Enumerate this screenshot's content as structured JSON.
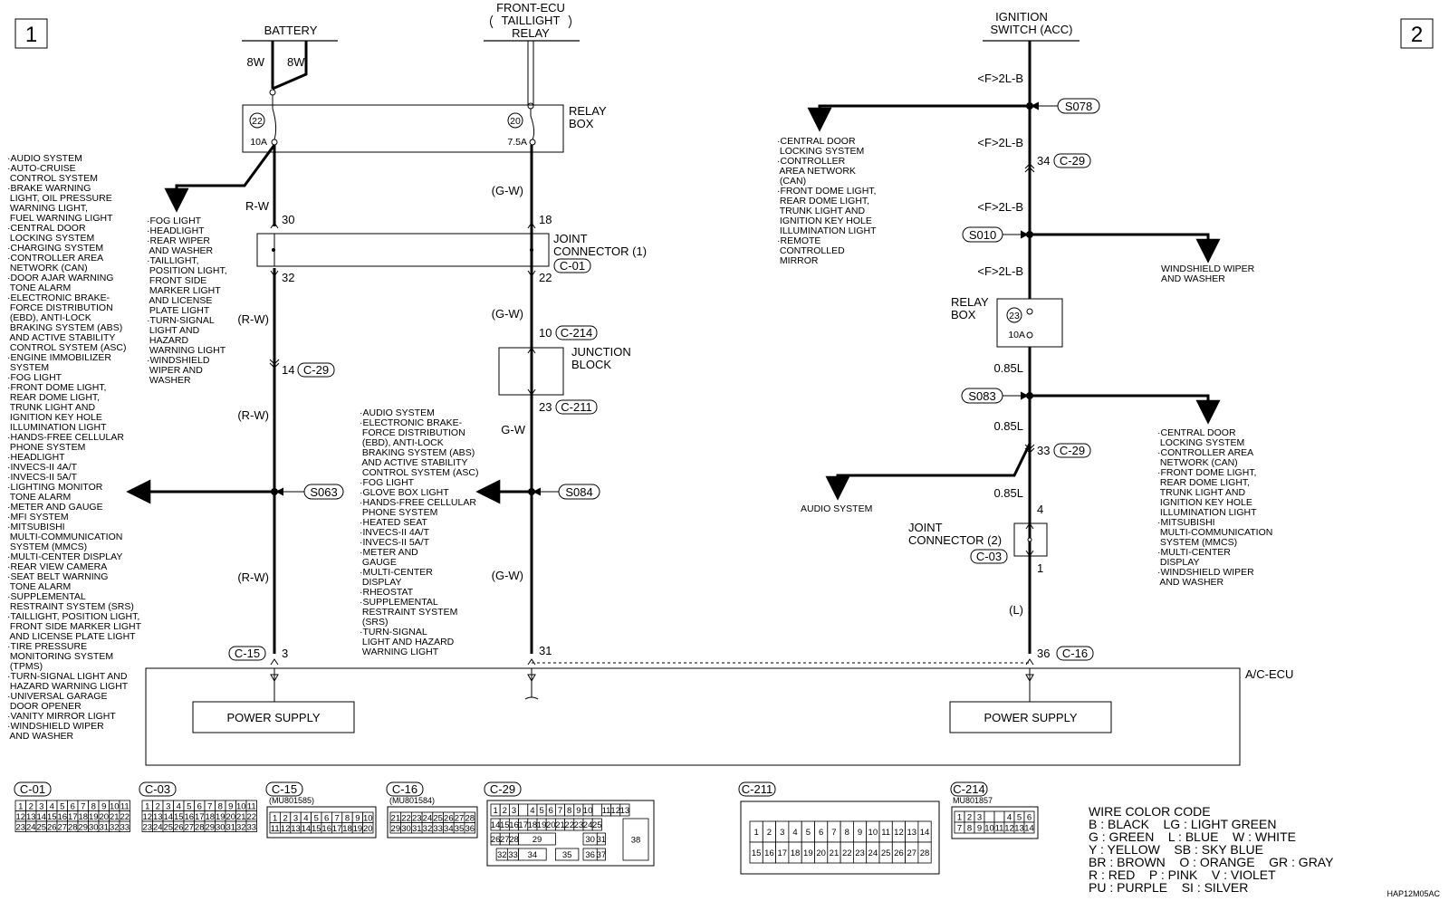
{
  "page": {
    "numbers": [
      "1",
      "2"
    ],
    "drawing_id": "HAP12M05AC"
  },
  "sources": {
    "battery": "BATTERY",
    "battery_wires": [
      "8W",
      "8W"
    ],
    "taillight_relay": [
      "FRONT-ECU",
      "TAILLIGHT",
      "RELAY"
    ],
    "ignition": [
      "IGNITION",
      "SWITCH (ACC)"
    ]
  },
  "relay_box_left": {
    "label": [
      "RELAY",
      "BOX"
    ],
    "fuse_a": {
      "num": "22",
      "rating": "10A"
    },
    "fuse_b": {
      "num": "20",
      "rating": "7.5A"
    }
  },
  "relay_box_right": {
    "label": [
      "RELAY",
      "BOX"
    ],
    "fuse": {
      "num": "23",
      "rating": "10A"
    }
  },
  "joint_connector_1": {
    "label": [
      "JOINT",
      "CONNECTOR (1)"
    ],
    "connector": "C-01"
  },
  "joint_connector_2": {
    "label": [
      "JOINT",
      "CONNECTOR (2)"
    ],
    "connector": "C-03"
  },
  "junction_block": {
    "label": [
      "JUNCTION",
      "BLOCK"
    ]
  },
  "ecu": {
    "label": "A/C-ECU",
    "power_left": "POWER SUPPLY",
    "power_right": "POWER SUPPLY"
  },
  "wire_labels": {
    "rw": "R-W",
    "rw_paren": "(R-W)",
    "gw": "G-W",
    "gw_paren": "(G-W)",
    "f2lb": "<F>2L-B",
    "l085": "0.85L",
    "l_paren": "(L)"
  },
  "pins": {
    "p30": "30",
    "p32": "32",
    "p14": "14",
    "p3": "3",
    "p18": "18",
    "p22": "22",
    "p10": "10",
    "p23": "23",
    "p31": "31",
    "p34": "34",
    "p33": "33",
    "p4": "4",
    "p1": "1",
    "p36": "36"
  },
  "connectors": {
    "c29": "C-29",
    "c15": "C-15",
    "c16": "C-16",
    "c214": "C-214",
    "c211": "C-211",
    "c01": "C-01",
    "c03": "C-03"
  },
  "splices": {
    "s063": "S063",
    "s084": "S084",
    "s078": "S078",
    "s010": "S010",
    "s083": "S083"
  },
  "systems": {
    "left_list": [
      "·AUDIO SYSTEM",
      "·AUTO-CRUISE",
      "  CONTROL SYSTEM",
      "·BRAKE WARNING",
      "  LIGHT, OIL PRESSURE",
      "  WARNING LIGHT,",
      "  FUEL WARNING LIGHT",
      "·CENTRAL DOOR",
      "  LOCKING SYSTEM",
      "·CHARGING SYSTEM",
      "·CONTROLLER AREA",
      "  NETWORK (CAN)",
      "·DOOR AJAR WARNING",
      "  TONE ALARM",
      "·ELECTRONIC BRAKE-",
      "  FORCE DISTRIBUTION",
      "  (EBD), ANTI-LOCK",
      "  BRAKING SYSTEM (ABS)",
      "  AND ACTIVE STABILITY",
      "  CONTROL SYSTEM (ASC)",
      "·ENGINE IMMOBILIZER",
      "  SYSTEM",
      "·FOG LIGHT",
      "·FRONT DOME LIGHT,",
      "  REAR DOME LIGHT,",
      "  TRUNK LIGHT AND",
      "  IGNITION KEY HOLE",
      "  ILLUMINATION LIGHT",
      "·HANDS-FREE CELLULAR",
      "  PHONE SYSTEM",
      "·HEADLIGHT",
      "·INVECS-II 4A/T",
      "·INVECS-II 5A/T",
      "·LIGHTING MONITOR",
      "  TONE ALARM",
      "·METER AND GAUGE",
      "·MFI SYSTEM",
      "·MITSUBISHI",
      "  MULTI-COMMUNICATION",
      "  SYSTEM (MMCS)",
      "·MULTI-CENTER DISPLAY",
      "·REAR VIEW CAMERA",
      "·SEAT BELT WARNING",
      "  TONE ALARM",
      "·SUPPLEMENTAL",
      "  RESTRAINT SYSTEM (SRS)",
      "·TAILLIGHT, POSITION LIGHT,",
      "  FRONT SIDE MARKER LIGHT",
      "  AND LICENSE PLATE LIGHT",
      "·TIRE PRESSURE",
      "  MONITORING SYSTEM",
      "  (TPMS)",
      "·TURN-SIGNAL LIGHT AND",
      "  HAZARD WARNING LIGHT",
      "·UNIVERSAL GARAGE",
      "  DOOR OPENER",
      "·VANITY MIRROR LIGHT",
      "·WINDSHIELD WIPER",
      "  AND WASHER"
    ],
    "fog_list": [
      "·FOG LIGHT",
      "·HEADLIGHT",
      "·REAR WIPER",
      "  AND WASHER",
      "·TAILLIGHT,",
      "  POSITION LIGHT,",
      "  FRONT SIDE",
      "  MARKER LIGHT",
      "  AND LICENSE",
      "  PLATE LIGHT",
      "·TURN-SIGNAL",
      "  LIGHT AND",
      "  HAZARD",
      "  WARNING LIGHT",
      "·WINDSHIELD",
      "  WIPER AND",
      "  WASHER"
    ],
    "mid_list": [
      "·AUDIO SYSTEM",
      "·ELECTRONIC BRAKE-",
      "  FORCE DISTRIBUTION",
      "  (EBD), ANTI-LOCK",
      "  BRAKING SYSTEM (ABS)",
      "  AND ACTIVE STABILITY",
      "  CONTROL SYSTEM (ASC)",
      "·FOG LIGHT",
      "·GLOVE BOX LIGHT",
      "·HANDS-FREE CELLULAR",
      "  PHONE SYSTEM",
      "·HEATED SEAT",
      "·INVECS-II 4A/T",
      "·INVECS-II 5A/T",
      "·METER AND",
      "  GAUGE",
      "·MULTI-CENTER",
      "  DISPLAY",
      "·RHEOSTAT",
      "·SUPPLEMENTAL",
      "  RESTRAINT SYSTEM",
      "  (SRS)",
      "·TURN-SIGNAL",
      "  LIGHT AND HAZARD",
      "  WARNING LIGHT"
    ],
    "s078_list": [
      "·CENTRAL DOOR",
      "  LOCKING SYSTEM",
      "·CONTROLLER",
      "  AREA NETWORK",
      "  (CAN)",
      "·FRONT DOME LIGHT,",
      "  REAR DOME LIGHT,",
      "  TRUNK LIGHT AND",
      "  IGNITION KEY HOLE",
      "  ILLUMINATION LIGHT",
      "·REMOTE",
      "  CONTROLLED",
      "  MIRROR"
    ],
    "s010_list": [
      "WINDSHIELD WIPER",
      "AND WASHER"
    ],
    "s083_list": [
      "·CENTRAL DOOR",
      "  LOCKING SYSTEM",
      "·CONTROLLER AREA",
      "  NETWORK (CAN)",
      "·FRONT DOME LIGHT,",
      "  REAR DOME LIGHT,",
      "  TRUNK LIGHT AND",
      "  IGNITION KEY HOLE",
      "  ILLUMINATION LIGHT",
      "·MITSUBISHI",
      "  MULTI-COMMUNICATION",
      "  SYSTEM (MMCS)",
      "·MULTI-CENTER",
      "  DISPLAY",
      "·WINDSHIELD WIPER",
      "  AND WASHER"
    ],
    "audio": "AUDIO SYSTEM"
  },
  "connector_faces": {
    "c01_rows": [
      [
        "1",
        "2",
        "3",
        "4",
        "5",
        "6",
        "7",
        "8",
        "9",
        "10",
        "11"
      ],
      [
        "12",
        "13",
        "14",
        "15",
        "16",
        "17",
        "18",
        "19",
        "20",
        "21",
        "22"
      ],
      [
        "23",
        "24",
        "25",
        "26",
        "27",
        "28",
        "29",
        "30",
        "31",
        "32",
        "33"
      ]
    ],
    "c15_part": "(MU801585)",
    "c15_rows": [
      [
        "1",
        "2",
        "3",
        "4",
        "5",
        "6",
        "7",
        "8",
        "9",
        "10"
      ],
      [
        "11",
        "12",
        "13",
        "14",
        "15",
        "16",
        "17",
        "18",
        "19",
        "20"
      ]
    ],
    "c16_part": "(MU801584)",
    "c16_rows": [
      [
        "21",
        "22",
        "23",
        "24",
        "25",
        "26",
        "27",
        "28"
      ],
      [
        "29",
        "30",
        "31",
        "32",
        "33",
        "34",
        "35",
        "36"
      ]
    ],
    "c29_row1": [
      "1",
      "2",
      "3",
      "",
      "4",
      "5",
      "6",
      "7",
      "8",
      "9",
      "10",
      "",
      "11",
      "12",
      "13"
    ],
    "c29_row2": [
      "14",
      "15",
      "16",
      "17",
      "18",
      "19",
      "20",
      "21",
      "22",
      "23",
      "24",
      "25"
    ],
    "c29_row3": [
      "26",
      "27",
      "28",
      "29",
      "30",
      "31"
    ],
    "c29_row4": [
      "32",
      "33",
      "34",
      "35",
      "36",
      "37"
    ],
    "c29_big": "38",
    "c211_rows": [
      [
        "1",
        "2",
        "3",
        "4",
        "5",
        "6",
        "7",
        "8",
        "9",
        "10",
        "11",
        "12",
        "13",
        "14"
      ],
      [
        "15",
        "16",
        "17",
        "18",
        "19",
        "20",
        "21",
        "22",
        "23",
        "24",
        "25",
        "26",
        "27",
        "28"
      ]
    ],
    "c214_part": "MU801857",
    "c214_rows": [
      [
        "1",
        "2",
        "3",
        "",
        "",
        "4",
        "5",
        "6"
      ],
      [
        "7",
        "8",
        "9",
        "10",
        "11",
        "12",
        "13",
        "14"
      ]
    ]
  },
  "legend": {
    "title": "WIRE COLOR CODE",
    "lines": [
      "B : BLACK    LG : LIGHT GREEN",
      "G : GREEN    L : BLUE    W : WHITE",
      "Y : YELLOW    SB : SKY BLUE",
      "BR : BROWN    O : ORANGE    GR : GRAY",
      "R : RED    P : PINK    V : VIOLET",
      "PU : PURPLE    SI : SILVER"
    ]
  }
}
